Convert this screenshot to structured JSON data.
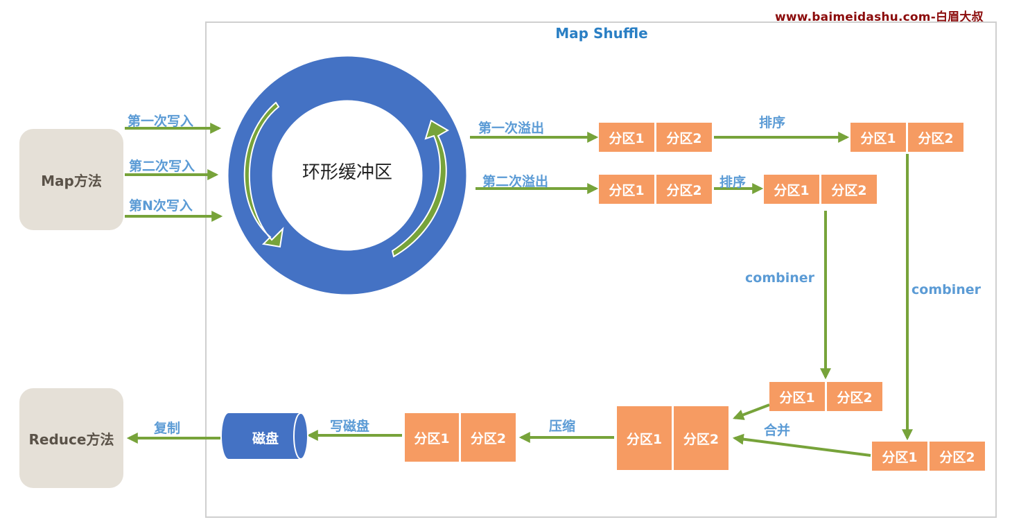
{
  "watermark": "www.baimeidashu.com-白眉大叔",
  "title": "Map Shuffle",
  "map_method": "Map方法",
  "reduce_method": "Reduce方法",
  "ring_buffer": "环形缓冲区",
  "writes": [
    "第一次写入",
    "第二次写入",
    "第N次写入"
  ],
  "spills": [
    "第一次溢出",
    "第二次溢出"
  ],
  "sort_label": "排序",
  "combiner_label": "combiner",
  "merge_label": "合并",
  "compress_label": "压缩",
  "write_disk_label": "写磁盘",
  "disk_label": "磁盘",
  "copy_label": "复制",
  "partition_labels": [
    "分区1",
    "分区2"
  ],
  "colors": {
    "arrow": "#77a33a",
    "ring": "#4472c4",
    "partition": "#f69b62",
    "label": "#5b9bd5",
    "method_bg": "#e5e0d7"
  }
}
